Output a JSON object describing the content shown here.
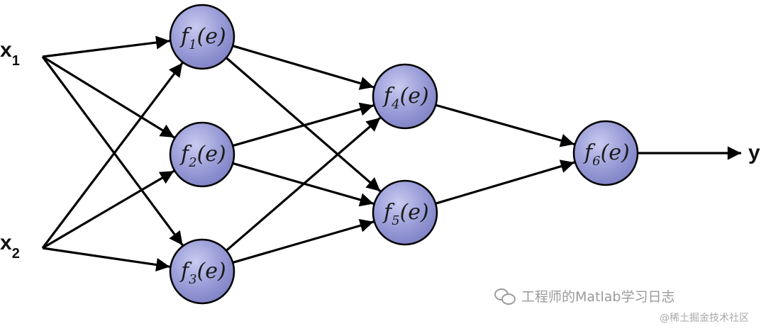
{
  "colors": {
    "node_fill": "#9b9ed8",
    "node_stroke": "#000000",
    "edge": "#000000"
  },
  "inputs": [
    {
      "id": "x1",
      "base": "x",
      "sub": "1"
    },
    {
      "id": "x2",
      "base": "x",
      "sub": "2"
    }
  ],
  "nodes": [
    {
      "id": "f1",
      "fn": "f",
      "sub": "1",
      "arg": "(e)"
    },
    {
      "id": "f2",
      "fn": "f",
      "sub": "2",
      "arg": "(e)"
    },
    {
      "id": "f3",
      "fn": "f",
      "sub": "3",
      "arg": "(e)"
    },
    {
      "id": "f4",
      "fn": "f",
      "sub": "4",
      "arg": "(e)"
    },
    {
      "id": "f5",
      "fn": "f",
      "sub": "5",
      "arg": "(e)"
    },
    {
      "id": "f6",
      "fn": "f",
      "sub": "6",
      "arg": "(e)"
    }
  ],
  "output": {
    "id": "y",
    "label": "y"
  },
  "edges": [
    [
      "x1",
      "f1"
    ],
    [
      "x1",
      "f2"
    ],
    [
      "x1",
      "f3"
    ],
    [
      "x2",
      "f1"
    ],
    [
      "x2",
      "f2"
    ],
    [
      "x2",
      "f3"
    ],
    [
      "f1",
      "f4"
    ],
    [
      "f1",
      "f5"
    ],
    [
      "f2",
      "f4"
    ],
    [
      "f2",
      "f5"
    ],
    [
      "f3",
      "f4"
    ],
    [
      "f3",
      "f5"
    ],
    [
      "f4",
      "f6"
    ],
    [
      "f5",
      "f6"
    ],
    [
      "f6",
      "y"
    ]
  ],
  "watermark": {
    "icon": "wechat-icon",
    "line1": "工程师的Matlab学习日志",
    "line2": "@稀土掘金技术社区"
  }
}
